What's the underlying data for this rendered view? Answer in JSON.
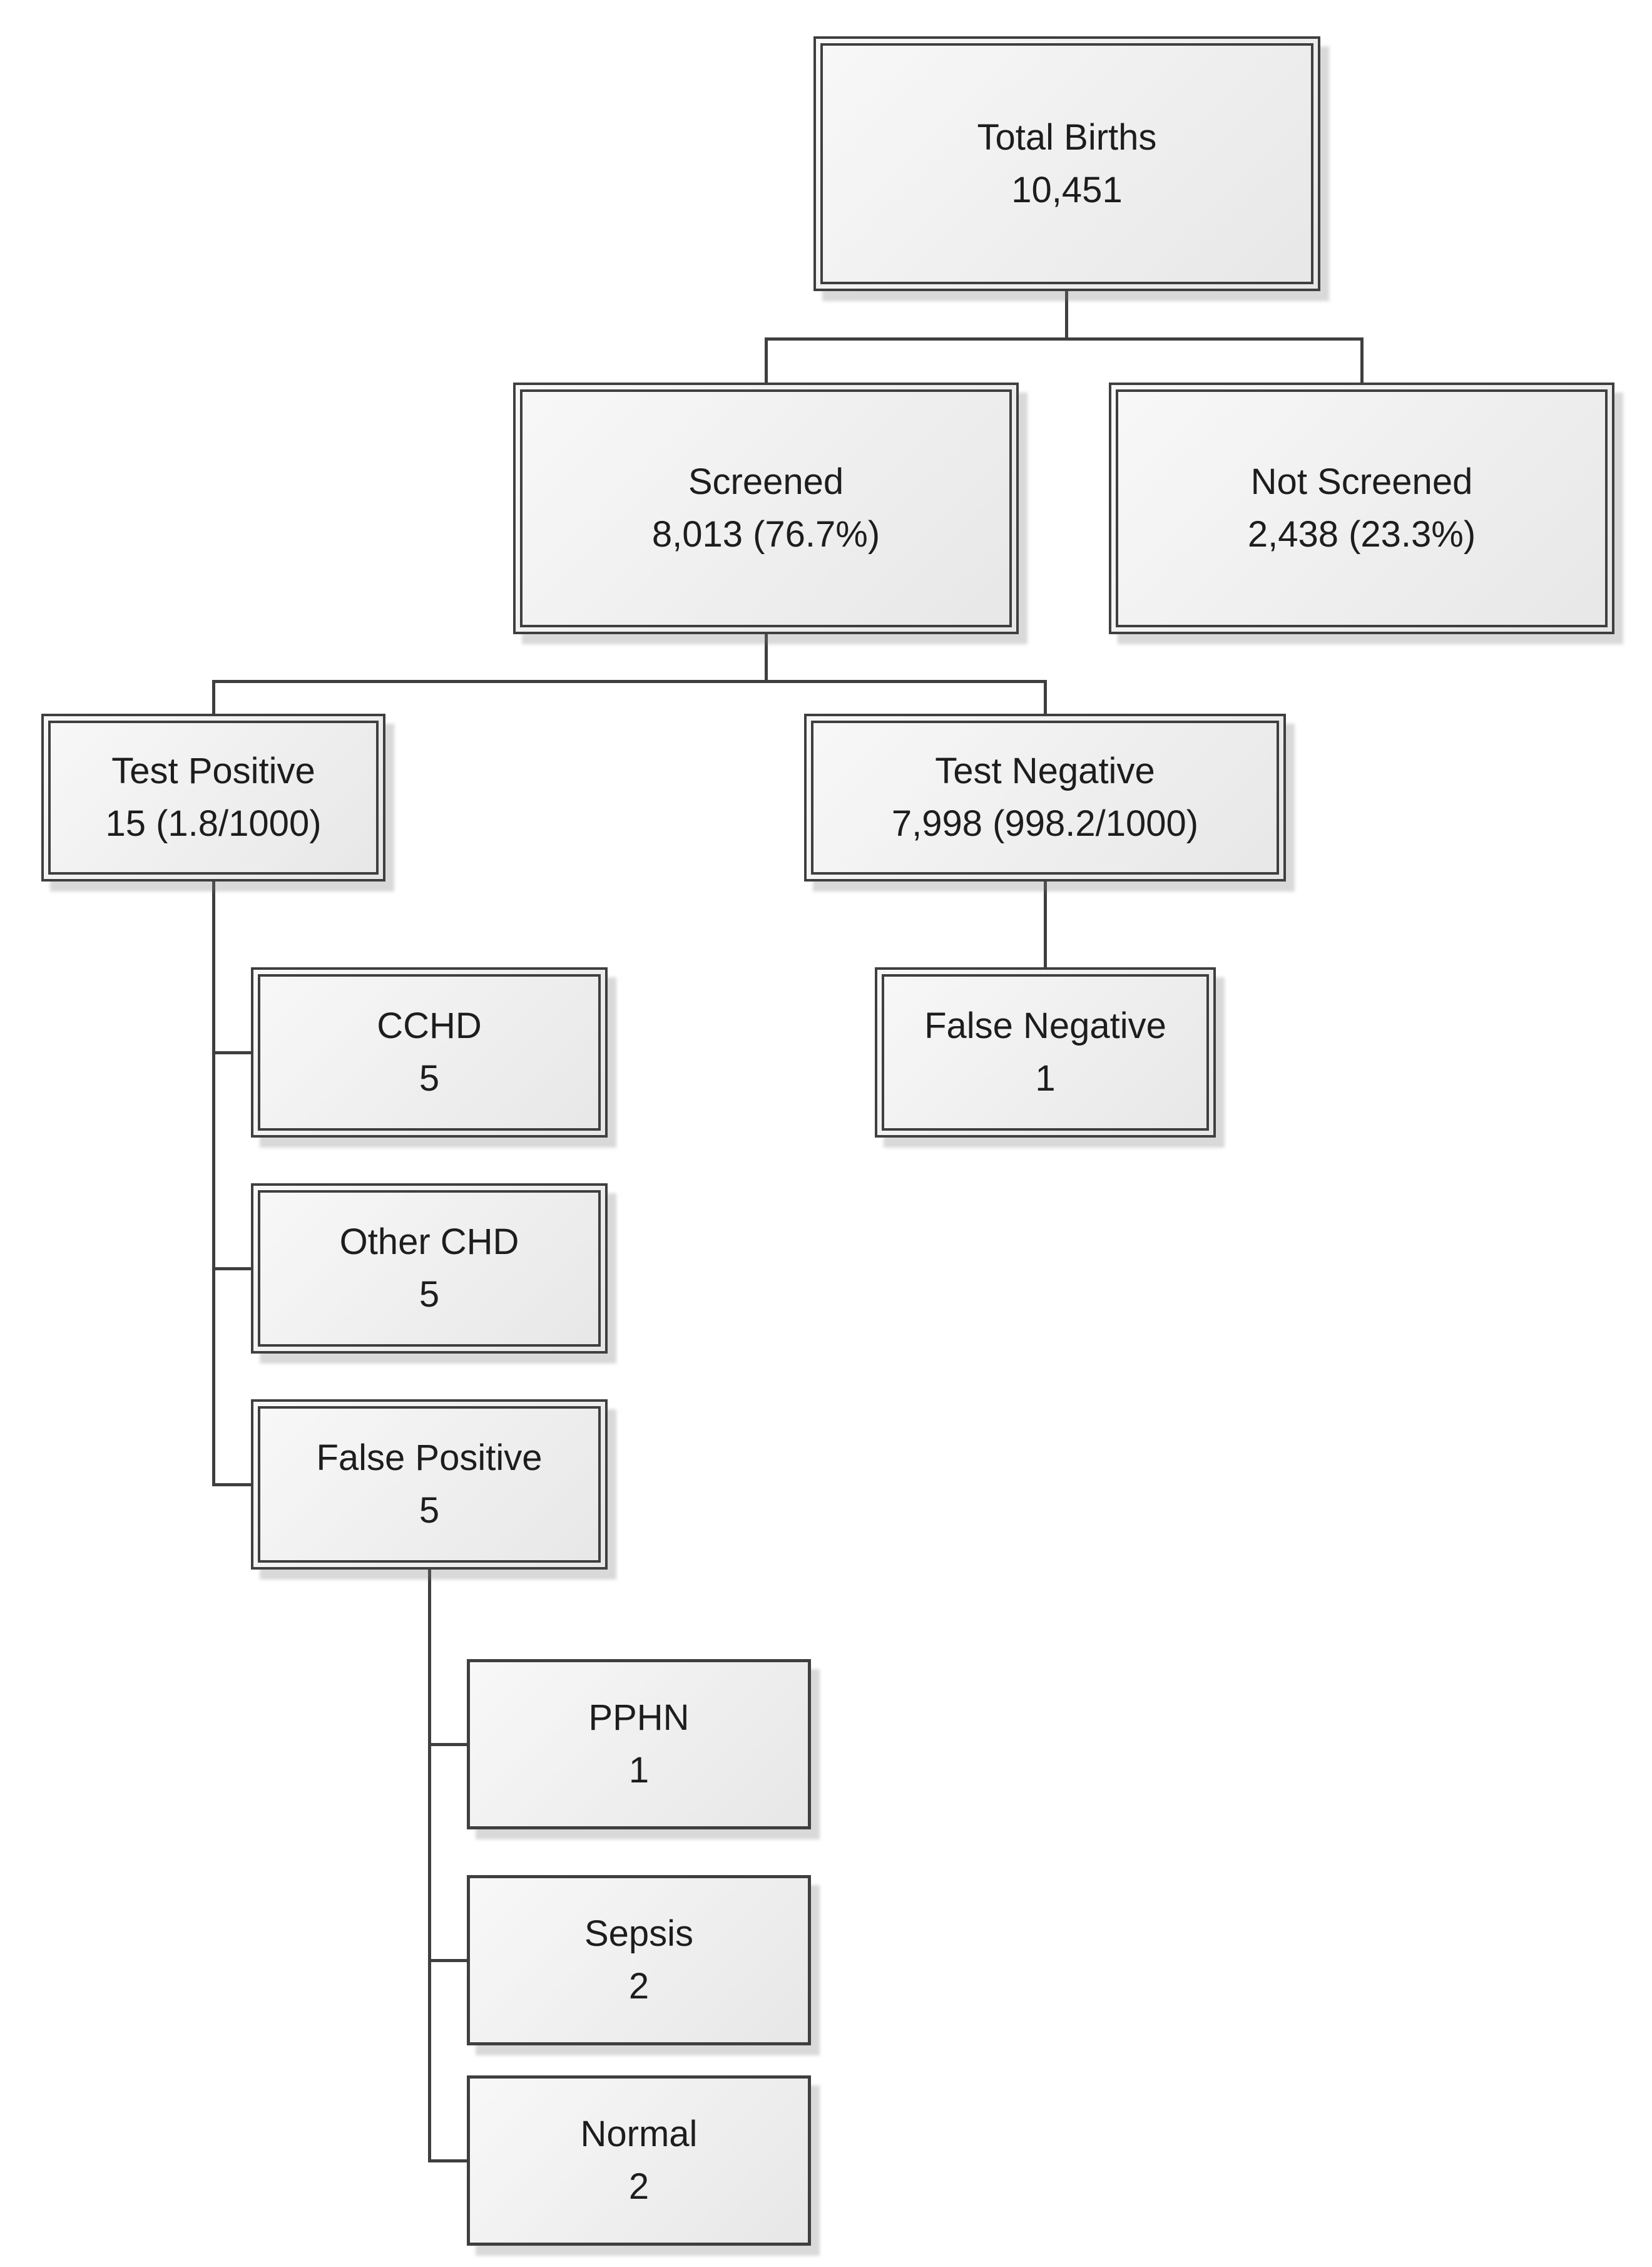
{
  "diagram_type": "flowchart",
  "nodes": {
    "total_births": {
      "label": "Total Births",
      "value": "10,451"
    },
    "screened": {
      "label": "Screened",
      "value": "8,013 (76.7%)"
    },
    "not_screened": {
      "label": "Not Screened",
      "value": "2,438 (23.3%)"
    },
    "test_positive": {
      "label": "Test Positive",
      "value": "15 (1.8/1000)"
    },
    "test_negative": {
      "label": "Test Negative",
      "value": "7,998 (998.2/1000)"
    },
    "cchd": {
      "label": "CCHD",
      "value": "5"
    },
    "other_chd": {
      "label": "Other CHD",
      "value": "5"
    },
    "false_positive": {
      "label": "False Positive",
      "value": "5"
    },
    "false_negative": {
      "label": "False Negative",
      "value": "1"
    },
    "pphn": {
      "label": "PPHN",
      "value": "1"
    },
    "sepsis": {
      "label": "Sepsis",
      "value": "2"
    },
    "normal": {
      "label": "Normal",
      "value": "2"
    }
  },
  "edges": [
    {
      "from": "total_births",
      "to": "screened"
    },
    {
      "from": "total_births",
      "to": "not_screened"
    },
    {
      "from": "screened",
      "to": "test_positive"
    },
    {
      "from": "screened",
      "to": "test_negative"
    },
    {
      "from": "test_positive",
      "to": "cchd"
    },
    {
      "from": "test_positive",
      "to": "other_chd"
    },
    {
      "from": "test_positive",
      "to": "false_positive"
    },
    {
      "from": "test_negative",
      "to": "false_negative"
    },
    {
      "from": "false_positive",
      "to": "pphn"
    },
    {
      "from": "false_positive",
      "to": "sepsis"
    },
    {
      "from": "false_positive",
      "to": "normal"
    }
  ],
  "colors": {
    "border": "#3f3f3f",
    "connector": "#3f3f3f",
    "fill_top": "#f8f8f8",
    "fill_bottom": "#e7e7e7",
    "text": "#1d1d1d",
    "background": "#ffffff"
  }
}
